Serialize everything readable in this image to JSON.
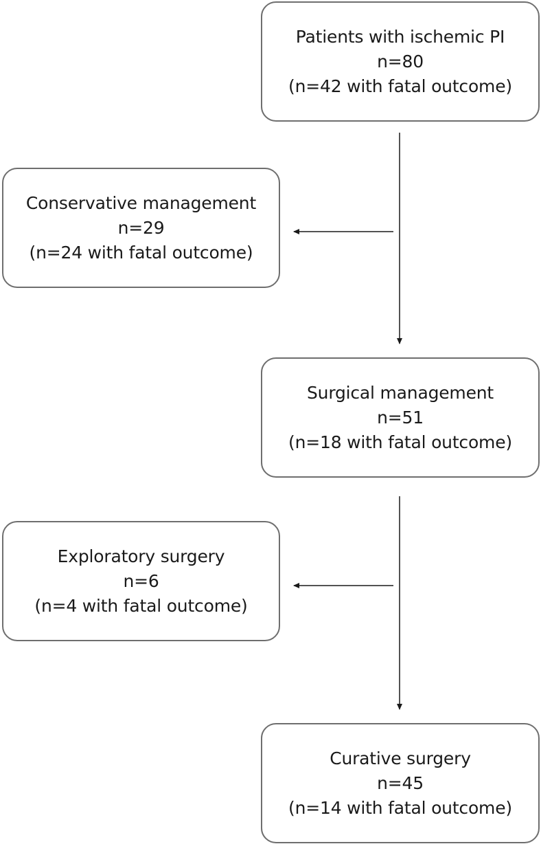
{
  "flowchart": {
    "patients": {
      "title": "Patients with ischemic PI",
      "count": "n=80",
      "fatal": "(n=42 with fatal outcome)"
    },
    "conservative": {
      "title": "Conservative management",
      "count": "n=29",
      "fatal": "(n=24 with fatal outcome)"
    },
    "surgical": {
      "title": "Surgical management",
      "count": "n=51",
      "fatal": "(n=18 with fatal outcome)"
    },
    "exploratory": {
      "title": "Exploratory surgery",
      "count": "n=6",
      "fatal": "(n=4 with fatal outcome)"
    },
    "curative": {
      "title": "Curative surgery",
      "count": "n=45",
      "fatal": "(n=14 with fatal outcome)"
    }
  },
  "colors": {
    "box_border": "#6e6e6e",
    "arrow": "#1a1a1a",
    "text": "#1a1a1a"
  }
}
